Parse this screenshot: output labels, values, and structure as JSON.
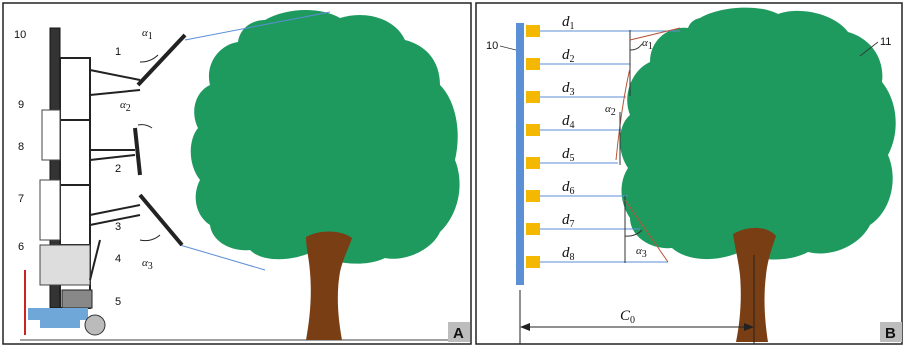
{
  "panel_a": {
    "tag": "A",
    "part_numbers": [
      "10",
      "1",
      "9",
      "8",
      "2",
      "7",
      "3",
      "6",
      "4",
      "5"
    ],
    "angle_labels": {
      "a1": "α",
      "a1_sub": "1",
      "a2": "α",
      "a2_sub": "2",
      "a3": "α",
      "a3_sub": "3"
    }
  },
  "panel_b": {
    "tag": "B",
    "left_label": "10",
    "right_label": "11",
    "distances": [
      {
        "base": "d",
        "sub": "1"
      },
      {
        "base": "d",
        "sub": "2"
      },
      {
        "base": "d",
        "sub": "3"
      },
      {
        "base": "d",
        "sub": "4"
      },
      {
        "base": "d",
        "sub": "5"
      },
      {
        "base": "d",
        "sub": "6"
      },
      {
        "base": "d",
        "sub": "7"
      },
      {
        "base": "d",
        "sub": "8"
      }
    ],
    "angle_labels": {
      "a1": "α",
      "a1_sub": "1",
      "a2": "α",
      "a2_sub": "2",
      "a3": "α",
      "a3_sub": "3"
    },
    "c0_base": "C",
    "c0_sub": "0"
  },
  "colors": {
    "canopy": "#1f9a5f",
    "trunk": "#7a3e14",
    "frame": "#5b8fd6",
    "nozzle": "#f5b800",
    "base": "#6fa8d8",
    "wheel_red": "#cc2222"
  }
}
